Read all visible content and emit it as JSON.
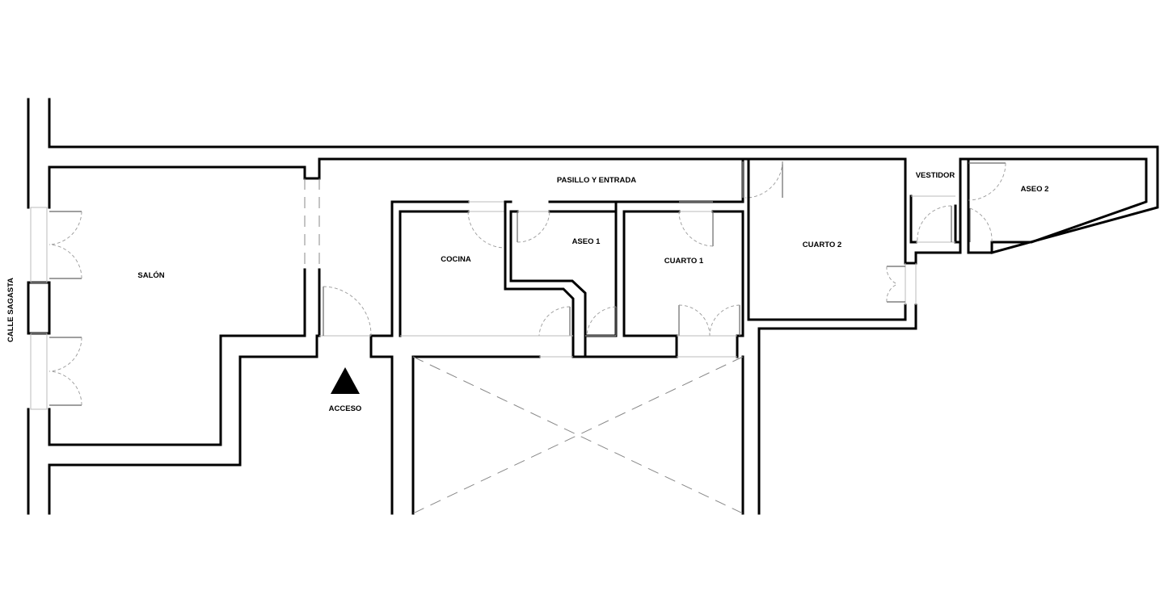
{
  "rooms": {
    "salon": "SALÓN",
    "pasillo": "PASILLO Y ENTRADA",
    "cocina": "COCINA",
    "aseo1": "ASEO 1",
    "cuarto1": "CUARTO 1",
    "cuarto2": "CUARTO 2",
    "vestidor": "VESTIDOR",
    "aseo2": "ASEO 2"
  },
  "labels": {
    "street": "CALLE SAGASTA",
    "access": "ACCESO"
  },
  "colors": {
    "wall": "#000000",
    "background": "#ffffff",
    "access_marker": "#000000"
  },
  "icons": {
    "access_marker": "triangle-up-icon"
  }
}
